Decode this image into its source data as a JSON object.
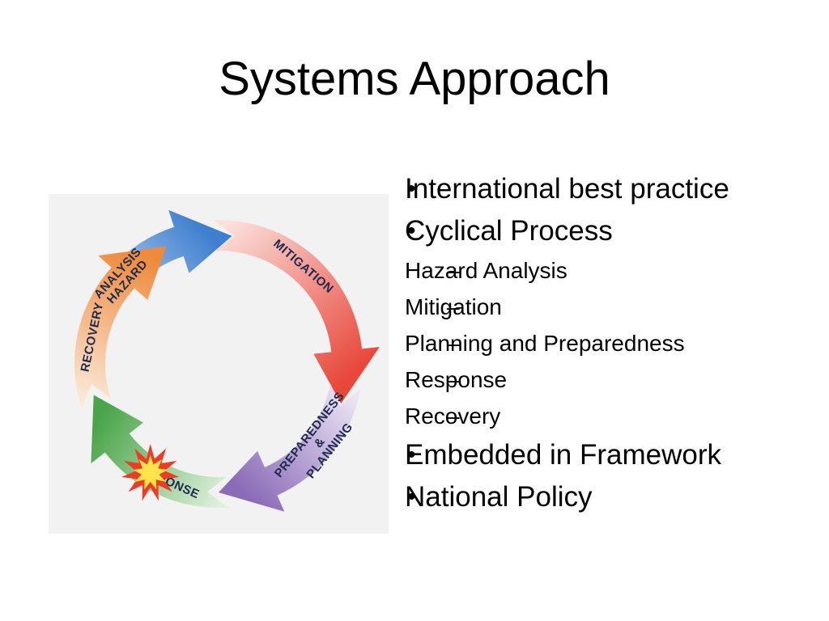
{
  "slide": {
    "title": "Systems Approach"
  },
  "bullets": [
    {
      "level": 1,
      "marker": "•",
      "text": "International best practice"
    },
    {
      "level": 1,
      "marker": "•",
      "text": "Cyclical Process"
    },
    {
      "level": 2,
      "marker": "–",
      "text": "Hazard Analysis"
    },
    {
      "level": 2,
      "marker": "–",
      "text": "Mitigation"
    },
    {
      "level": 2,
      "marker": "–",
      "text": "Planning and Preparedness"
    },
    {
      "level": 2,
      "marker": "–",
      "text": "Response"
    },
    {
      "level": 2,
      "marker": "–",
      "text": "Recovery"
    },
    {
      "level": 1,
      "marker": "•",
      "text": "Embedded in Framework"
    },
    {
      "level": 1,
      "marker": "•",
      "text": "National Policy"
    }
  ],
  "diagram": {
    "segments": [
      {
        "key": "hazard",
        "lines": [
          "HAZARD",
          "ANALYSIS"
        ],
        "color": "#3f7fcf",
        "fade": "#dbe9f7"
      },
      {
        "key": "mitigation",
        "lines": [
          "MITIGATION"
        ],
        "color": "#e8473a",
        "fade": "#fbe0dc"
      },
      {
        "key": "planning",
        "lines": [
          "PLANNING",
          "&",
          "PREPAREDNESS"
        ],
        "color": "#8a6bb8",
        "fade": "#ece6f4"
      },
      {
        "key": "response",
        "lines": [
          "RESPONSE"
        ],
        "color": "#4aa54a",
        "fade": "#e0f0dd"
      },
      {
        "key": "recovery",
        "lines": [
          "RECOVERY"
        ],
        "color": "#ee8a3c",
        "fade": "#fbe8d8"
      }
    ],
    "burst_colors": {
      "outer": "#ee3b24",
      "inner": "#ffe34d"
    }
  }
}
